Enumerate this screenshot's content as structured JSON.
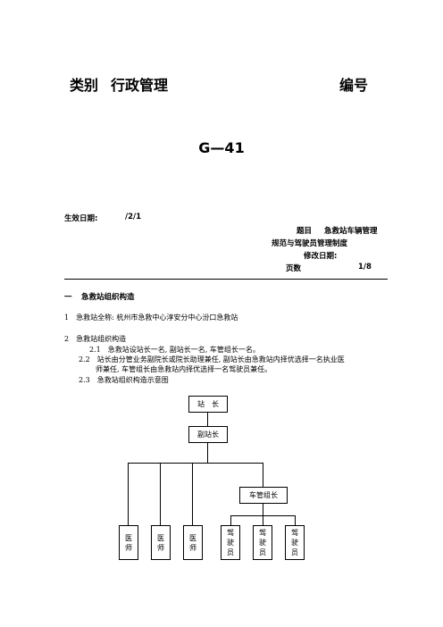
{
  "header": {
    "category_label": "类别",
    "category_value": "行政管理",
    "number_label": "编号"
  },
  "doc_number": "G—41",
  "meta": {
    "effective_label": "生效日期:",
    "effective_value": "/2/1",
    "subject_label": "题目",
    "subject_value_line1": "急救站车辆管理",
    "subject_value_line2": "规范与驾驶员管理制度",
    "revised_label": "修改日期:",
    "pages_label": "页数",
    "pages_value": "1/8"
  },
  "section1": {
    "num": "一",
    "title": "急救站组织构造"
  },
  "items": {
    "item1": "1　急救站全称: 杭州市急救中心淳安分中心汾口急救站",
    "item2": "2　急救站组织构造",
    "item2_1": "2.1　急救站设站长一名, 副站长一名, 车管组长一名。",
    "item2_2a": "2.2　站长由分管业务副院长或院长助理兼任, 副站长由急救站内择优选择一名执业医",
    "item2_2b": "师兼任, 车管组长由急救站内择优选择一名驾驶员兼任。",
    "item2_3": "2.3　急救站组织构造示意图"
  },
  "org_chart": {
    "station_head": "站　长",
    "deputy_head": "副站长",
    "vehicle_leader": "车管组长",
    "doctor": [
      "医",
      "师"
    ],
    "driver": [
      "驾",
      "驶",
      "员"
    ]
  }
}
